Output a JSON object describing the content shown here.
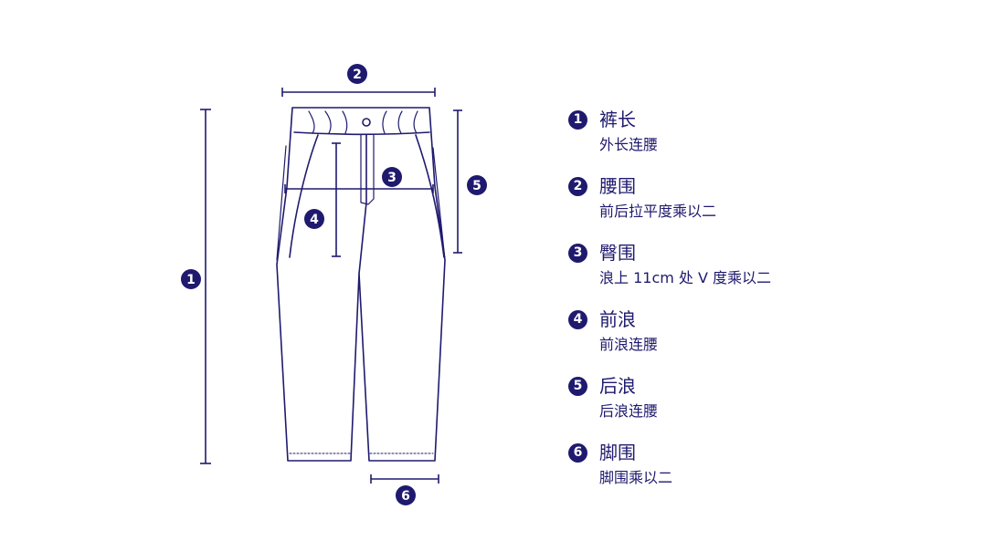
{
  "colors": {
    "ink": "#1f1a6e",
    "background": "#ffffff"
  },
  "markers": [
    {
      "id": "1",
      "label": "1"
    },
    {
      "id": "2",
      "label": "2"
    },
    {
      "id": "3",
      "label": "3"
    },
    {
      "id": "4",
      "label": "4"
    },
    {
      "id": "5",
      "label": "5"
    },
    {
      "id": "6",
      "label": "6"
    }
  ],
  "legend": [
    {
      "num": "1",
      "title": "裤长",
      "desc": "外长连腰"
    },
    {
      "num": "2",
      "title": "腰围",
      "desc": "前后拉平度乘以二"
    },
    {
      "num": "3",
      "title": "臀围",
      "desc": "浪上 11cm 处 V 度乘以二"
    },
    {
      "num": "4",
      "title": "前浪",
      "desc": "前浪连腰"
    },
    {
      "num": "5",
      "title": "后浪",
      "desc": "后浪连腰"
    },
    {
      "num": "6",
      "title": "脚围",
      "desc": "脚围乘以二"
    }
  ]
}
